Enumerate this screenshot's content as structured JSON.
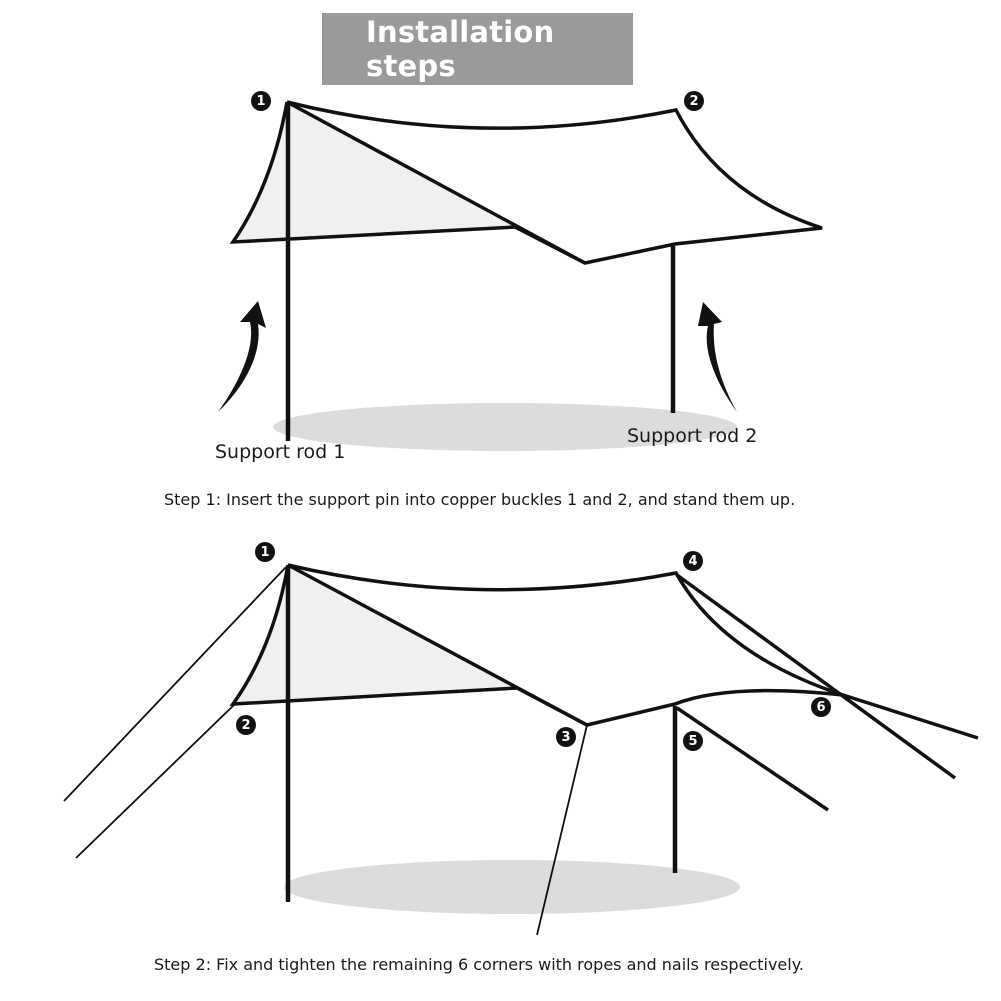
{
  "title": "Installation steps",
  "step1": {
    "badges": [
      "1",
      "2"
    ],
    "rod1_label": "Support rod 1",
    "rod2_label": "Support rod 2",
    "caption": "Step 1: Insert the support pin into copper buckles 1 and 2, and stand them up."
  },
  "step2": {
    "badges": [
      "1",
      "2",
      "3",
      "4",
      "5",
      "6"
    ],
    "caption": "Step 2: Fix and tighten the remaining 6 corners with ropes and nails respectively."
  },
  "colors": {
    "title_bg": "#9a9a9a",
    "title_text": "#ffffff",
    "outline": "#111111",
    "tarp_fill": "#f0f0f0",
    "shadow": "#dcdcdc"
  }
}
